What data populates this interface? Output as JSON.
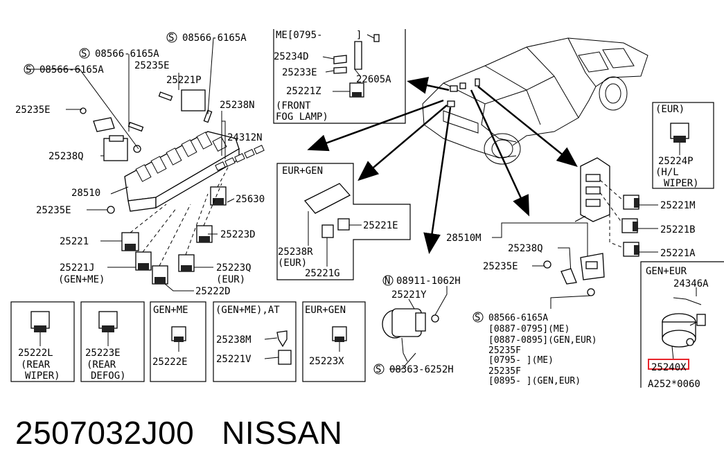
{
  "footer": {
    "part_number": "2507032J00",
    "brand": "NISSAN"
  },
  "labels": {
    "s1": "08566-6165A",
    "s2": "08566-6165A",
    "s3": "08566-6165A",
    "l25235E_a": "25235E",
    "l25235E_b": "25235E",
    "l25235E_c": "25235E",
    "l25221P": "25221P",
    "l25238N": "25238N",
    "l24312N": "24312N",
    "l25238Q_a": "25238Q",
    "l28510": "28510",
    "l25630": "25630",
    "l25221": "25221",
    "l25223D": "25223D",
    "l25221J": "25221J",
    "genme_a": "(GEN+ME)",
    "l25223Q": "25223Q",
    "eur_a": "(EUR)",
    "l25222D": "25222D",
    "me_range": "ME[0795-",
    "me_bracket": "]",
    "l25234D": "25234D",
    "l25233E": "25233E",
    "l22605A": "22605A",
    "l25221Z": "25221Z",
    "front": "(FRONT",
    "foglamp": "FOG LAMP)",
    "eurgen_box": "EUR+GEN",
    "l25221E": "25221E",
    "l25238R": "25238R",
    "eur_b": "(EUR)",
    "l25221G": "25221G",
    "eur_box": "(EUR)",
    "l25224P": "25224P",
    "hl": "(H/L",
    "wiper": "WIPER)",
    "l25221M": "25221M",
    "l25221B": "25221B",
    "l25221A": "25221A",
    "l28510M": "28510M",
    "l25238Q_b": "25238Q",
    "l25235E_d": "25235E",
    "n1": "08911-1062H",
    "l25221Y": "25221Y",
    "s4": "08363-6252H",
    "s5": "08566-6165A",
    "r1": "[0887-0795](ME)",
    "r2": "[0887-0895](GEN,EUR)",
    "l25235F_a": "25235F",
    "r3": "[0795-      ](ME)",
    "l25235F_b": "25235F",
    "r4": "[0895-      ](GEN,EUR)",
    "geneur": "GEN+EUR",
    "l24346A": "24346A",
    "l25240X": "25240X",
    "code": "A252*0060",
    "l25222L": "25222L",
    "rear_a": "(REAR",
    "rear_wiper": "WIPER)",
    "l25223E": "25223E",
    "rear_b": "(REAR",
    "defog": "DEFOG)",
    "genme_box": "GEN+ME",
    "l25222E": "25222E",
    "genmeat": "(GEN+ME),AT",
    "l25238M": "25238M",
    "l25221V": "25221V",
    "eurgen_box2": "EUR+GEN",
    "l25223X": "25223X",
    "circle_s": "S",
    "circle_n": "N"
  },
  "highlight_color": "#e8242b"
}
